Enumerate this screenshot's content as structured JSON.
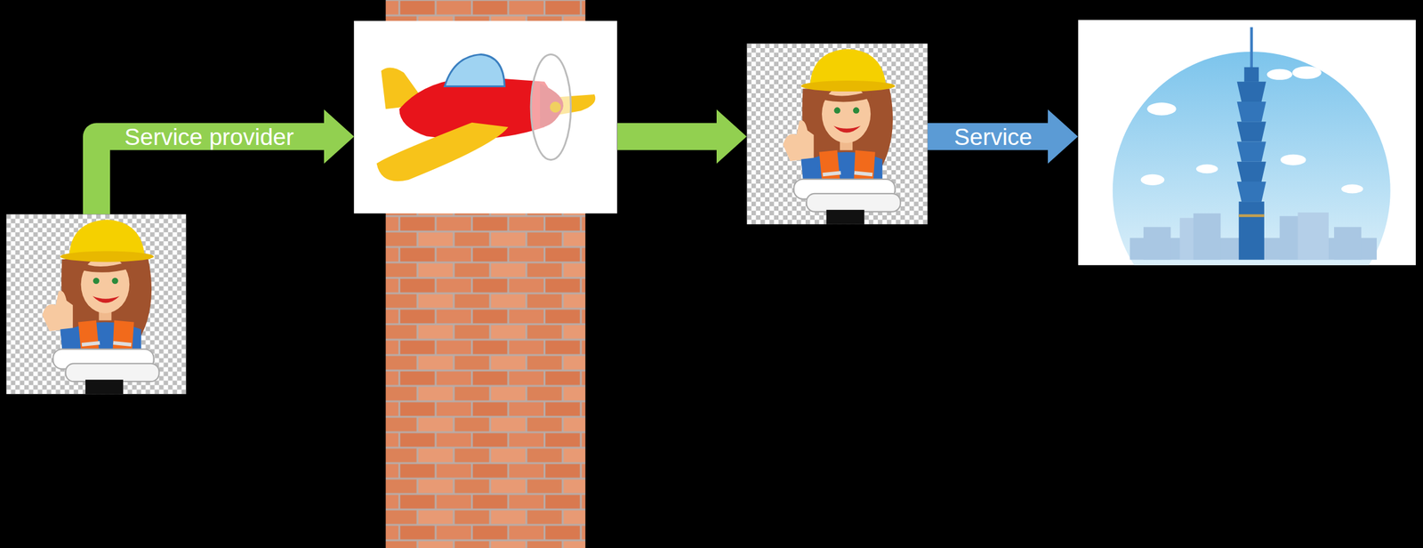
{
  "diagram": {
    "nodes": [
      {
        "text": []
      },
      {
        "text": []
      },
      {
        "text": []
      },
      {
        "text": []
      }
    ],
    "edges": [
      {
        "from": 0,
        "to": 1,
        "label": "Service provider",
        "arrow": "to"
      },
      {
        "from": 1,
        "to": 2,
        "arrow": "to"
      },
      {
        "from": 2,
        "to": 3,
        "label": "Service",
        "arrow": "to"
      }
    ]
  }
}
